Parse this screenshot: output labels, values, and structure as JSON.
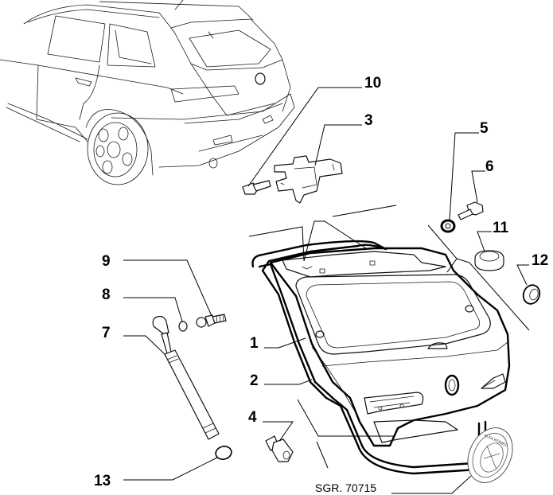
{
  "diagram": {
    "title": "Tailgate exploded parts diagram",
    "reference_code": "SGR. 70715",
    "badge_text": "ALFA ROMEO",
    "callouts": [
      {
        "id": "1",
        "label": "1",
        "part": "tailgate"
      },
      {
        "id": "2",
        "label": "2",
        "part": "tailgate seal"
      },
      {
        "id": "3",
        "label": "3",
        "part": "lock striker bracket"
      },
      {
        "id": "4",
        "label": "4",
        "part": "bolt"
      },
      {
        "id": "5",
        "label": "5",
        "part": "washer"
      },
      {
        "id": "6",
        "label": "6",
        "part": "screw"
      },
      {
        "id": "7",
        "label": "7",
        "part": "gas strut"
      },
      {
        "id": "8",
        "label": "8",
        "part": "spacer ring"
      },
      {
        "id": "9",
        "label": "9",
        "part": "ball stud"
      },
      {
        "id": "10",
        "label": "10",
        "part": "screw"
      },
      {
        "id": "11",
        "label": "11",
        "part": "rubber buffer"
      },
      {
        "id": "12",
        "label": "12",
        "part": "plug"
      },
      {
        "id": "13",
        "label": "13",
        "part": "clip"
      }
    ]
  }
}
